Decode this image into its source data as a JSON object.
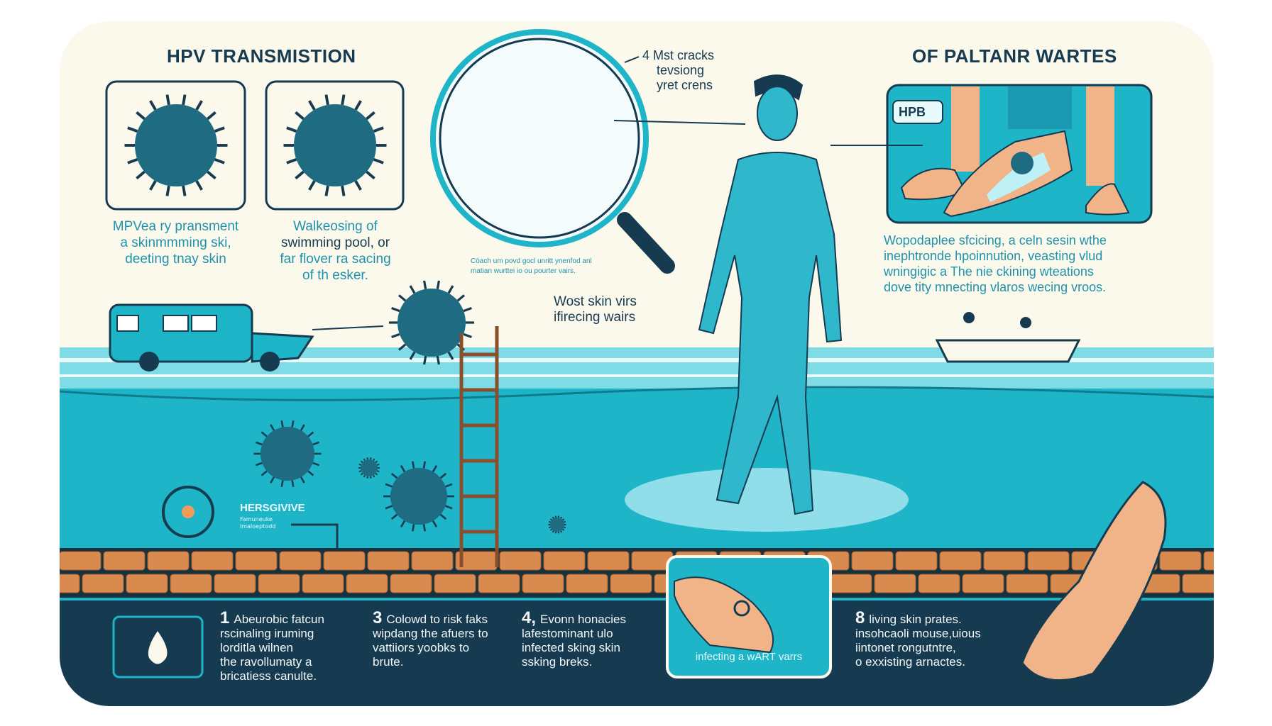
{
  "header": {
    "left_title": "HPV TRANSMISTION",
    "right_title": "OF PALTANR WARTES"
  },
  "captions": {
    "box1": [
      "MPVea ry pransment",
      "a skinmmming ski,",
      "deeting tnay skin"
    ],
    "box2": [
      "Walkeosing of",
      "swimming pool, or",
      "far flover ra sacing",
      "of th esker."
    ],
    "magnifier_callout": [
      "4  Mst cracks",
      "tevsiong",
      "yret crens"
    ],
    "small_note": [
      "Cóach um povd gocl unritt ynenfod anl",
      "matian wurttei io ou pourter vairs."
    ],
    "ladder_callout": [
      "Wost skin virs",
      "ifirecing  wairs"
    ],
    "right_paragraph": [
      "Wopodaplee sfcicing, a celn sesin wthe",
      "inephtronde hpoinnution, veasting vlud",
      "wningigic a The nie ckining wteations",
      "dove tity mnecting vlaros wecing vroos."
    ],
    "foot_badge": "HPB",
    "underwater_label": "HERSGIVIVE",
    "underwater_sub": [
      "Famuneuke",
      "Imaloeptodd"
    ]
  },
  "bottom": {
    "items": [
      {
        "num": "1",
        "lines": [
          "Abeurobic fatcun",
          "rscinaling iruming",
          "lorditla wilnen",
          "the ravollumaty a",
          "bricatiess canulte."
        ]
      },
      {
        "num": "3",
        "lines": [
          "Colowd to risk faks",
          "wipdang the afuers to",
          "vattiiors yoobks to",
          "brute."
        ]
      },
      {
        "num": "4,",
        "lines": [
          "Evonn honacies",
          "lafestominant ulo",
          "infected sking skin",
          "ssking breks."
        ]
      },
      {
        "num": "8",
        "lines": [
          "living skin prates.",
          "insohcaoli mouse,uious",
          "iintonet rongutntre,",
          "o exxisting arnactes."
        ]
      }
    ],
    "wart_panel_label": "infecting a wART varrs"
  },
  "colors": {
    "background": "#fbf8ec",
    "teal": "#1fb5c9",
    "navy": "#163a4f",
    "virus": "#1e6b82",
    "brick": "#d98a4e",
    "skin": "#f1b488"
  }
}
